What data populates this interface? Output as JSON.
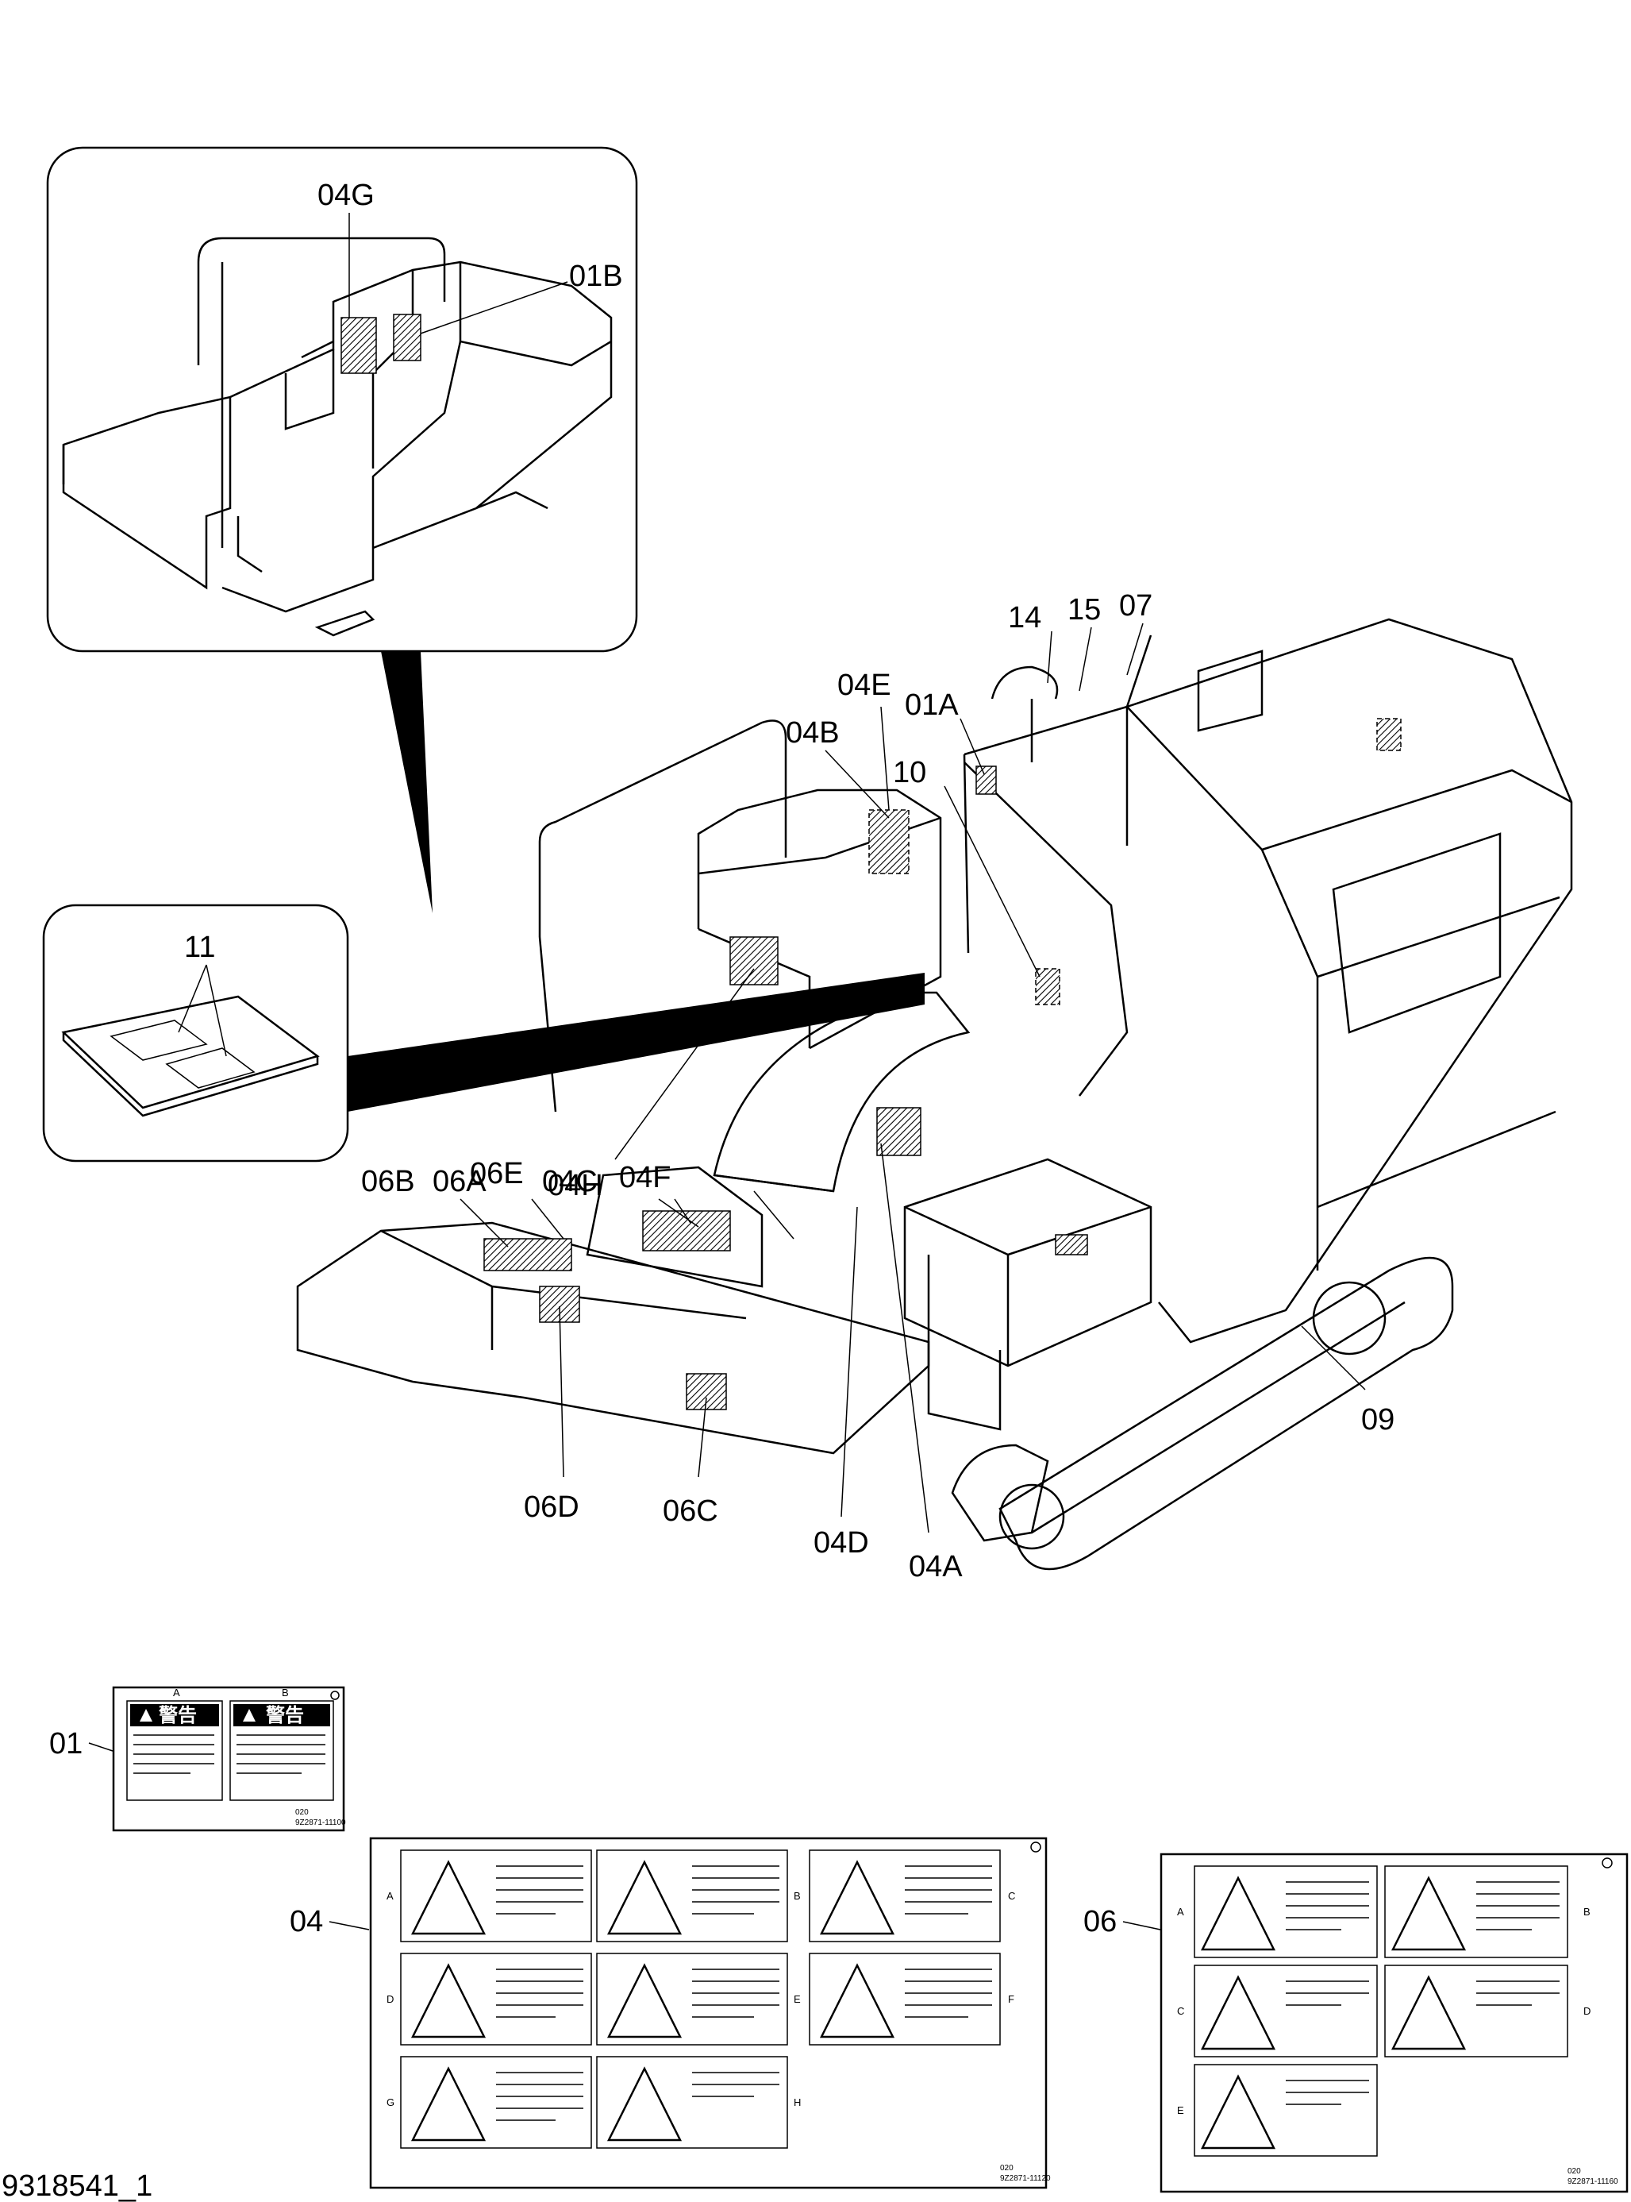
{
  "drawing_number": "9318541_1",
  "part_labels": {
    "l04G": "04G",
    "l01B": "01B",
    "l14": "14",
    "l15": "15",
    "l07": "07",
    "l04E": "04E",
    "l01A": "01A",
    "l04B": "04B",
    "l10": "10",
    "l11": "11",
    "l04H": "04H",
    "l04F": "04F",
    "l06E": "06E",
    "l06B": "06B",
    "l06A": "06A",
    "l04C": "04C",
    "l09": "09",
    "l06D": "06D",
    "l06C": "06C",
    "l04D": "04D",
    "l04A": "04A"
  },
  "decal_sets": {
    "set01": {
      "label": "01",
      "letters": [
        "A",
        "B"
      ],
      "header": "警告",
      "footer_code": "020",
      "part_code": "9Z2871-11100"
    },
    "set04": {
      "label": "04",
      "letters": [
        "A",
        "B",
        "C",
        "D",
        "E",
        "F",
        "G",
        "H"
      ],
      "footer_code": "020",
      "part_code": "9Z2871-11120"
    },
    "set06": {
      "label": "06",
      "letters": [
        "A",
        "B",
        "C",
        "D",
        "E"
      ],
      "footer_code": "020",
      "part_code": "9Z2871-11160"
    }
  },
  "colors": {
    "line": "#000000",
    "paper": "#ffffff"
  }
}
